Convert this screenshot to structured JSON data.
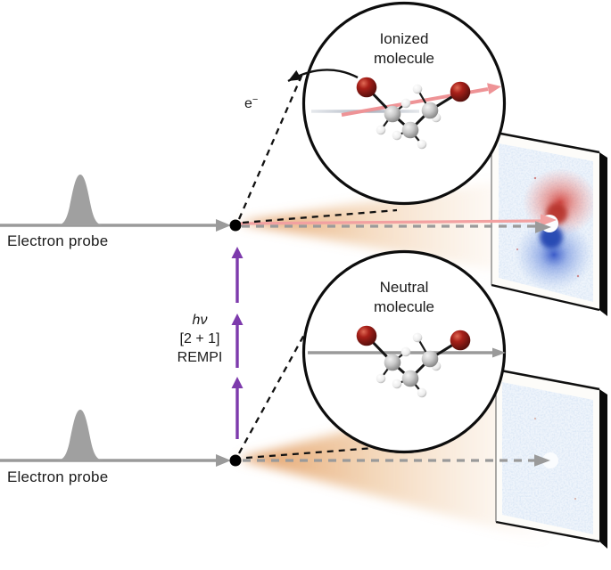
{
  "labels": {
    "electron_probe_top": "Electron probe",
    "electron_probe_bottom": "Electron probe",
    "ionized_molecule": {
      "line1": "Ionized",
      "line2": "molecule"
    },
    "neutral_molecule": {
      "line1": "Neutral",
      "line2": "molecule"
    },
    "ejected_electron": "e",
    "ejected_electron_charge": "−",
    "photon_energy": "hν",
    "rempi_order": "[2 + 1]",
    "rempi_method": "REMPI"
  },
  "colors": {
    "text": "#1b1b1b",
    "ink": "#111111",
    "beam_gray": "#9a9a9a",
    "pulse_gray": "#a0a0a0",
    "dot_black": "#000000",
    "purple": "#7d3aac",
    "pink": "#f2a1a1",
    "pink_strong": "#ee9396",
    "cone_peach": "#e8a96f",
    "circle_black": "#0d0d0d",
    "bromine_red": "#a82019",
    "carbon_gray": "#c9c9c9",
    "hydrogen_white": "#f2f2f2",
    "signal_red": "#d84a3f",
    "signal_blue": "#2a52c8",
    "pattern_background": "#eef4fb",
    "panel_face": "#fdfcf9"
  }
}
